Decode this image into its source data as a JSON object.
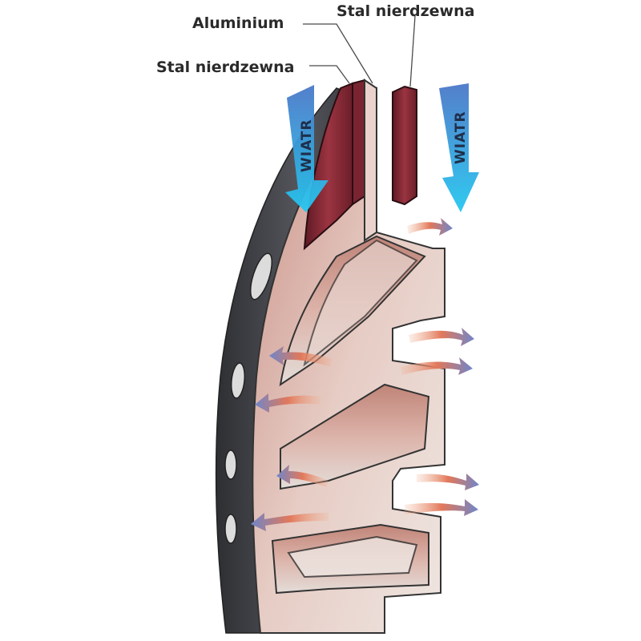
{
  "labels": {
    "aluminium": "Aluminium",
    "steel_top": "Stal nierdzewna",
    "steel_left": "Stal nierdzewna"
  },
  "wind": {
    "left": "WIATR",
    "right": "WIATR"
  },
  "colors": {
    "steel": "#8a2a36",
    "aluminium": "#d9b9b0",
    "wind_arrow": "#2bb6ea",
    "heat_arrow": "#e07a55",
    "disc_dark": "#3a3a3e"
  }
}
